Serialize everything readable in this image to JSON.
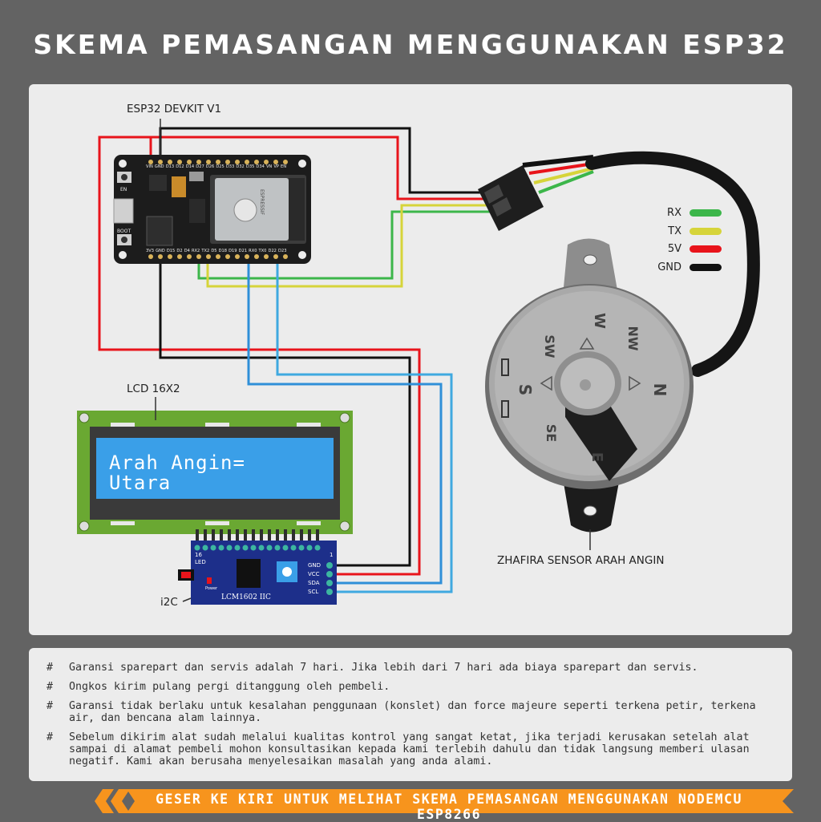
{
  "title": "SKEMA PEMASANGAN MENGGUNAKAN ESP32",
  "labels": {
    "esp32": "ESP32 DEVKIT V1",
    "lcd": "LCD 16X2",
    "i2c": "i2C",
    "i2c_module": "LCM1602 IIC",
    "sensor": "ZHAFIRA SENSOR ARAH ANGIN",
    "pin_gnd": "GND",
    "pin_vcc": "VCC",
    "pin_sda": "SDA",
    "pin_scl": "SCL",
    "led": "LED",
    "power": "Power",
    "pin16": "16",
    "pin1": "1",
    "btn_en": "EN",
    "btn_boot": "BOOT",
    "esp_top_pins": "VIN GND D13 D12 D14 D27 D26 D25 D33 D32 D35 D34 VN VP EN",
    "esp_bottom_pins": "3V3 GND D15 D2 D4 RX2 TX2 D5 D18 D19 D21 RX0 TX0 D22 D23",
    "chip": "ESPRESSIF"
  },
  "legend": [
    {
      "label": "RX",
      "color": "#3cb64a"
    },
    {
      "label": "TX",
      "color": "#d6d43a"
    },
    {
      "label": "5V",
      "color": "#e8141b"
    },
    {
      "label": "GND",
      "color": "#111111"
    }
  ],
  "lcd_text": {
    "line1": "Arah Angin=",
    "line2": "Utara"
  },
  "compass": {
    "n": "N",
    "s": "S",
    "w": "W",
    "e": "E",
    "nw": "NW",
    "sw": "SW",
    "se": "SE"
  },
  "notes": [
    {
      "hash": "#",
      "text": "Garansi sparepart dan servis adalah 7 hari. Jika lebih dari 7 hari ada biaya sparepart dan servis."
    },
    {
      "hash": "#",
      "text": "Ongkos kirim pulang pergi ditanggung oleh pembeli."
    },
    {
      "hash": "#",
      "text": "Garansi tidak berlaku untuk kesalahan penggunaan (konslet) dan force majeure seperti terkena petir, terkena air, dan bencana alam lainnya."
    },
    {
      "hash": "#",
      "text": "Sebelum dikirim alat sudah melalui kualitas kontrol yang sangat ketat, jika terjadi kerusakan setelah alat sampai di alamat pembeli mohon konsultasikan kepada kami terlebih dahulu dan tidak langsung memberi ulasan negatif. Kami akan berusaha menyelesaikan masalah yang anda alami."
    }
  ],
  "banner": "GESER KE KIRI UNTUK MELIHAT SKEMA PEMASANGAN MENGGUNAKAN NODEMCU ESP8266",
  "colors": {
    "wire_red": "#e8141b",
    "wire_black": "#111111",
    "wire_green": "#3cb64a",
    "wire_yellow": "#d6d43a",
    "wire_blue": "#2f8fd8",
    "banner": "#f7941d",
    "lcd_screen": "#3a9fe8",
    "lcd_board": "#6aa832",
    "i2c_board": "#1d2f8a"
  }
}
